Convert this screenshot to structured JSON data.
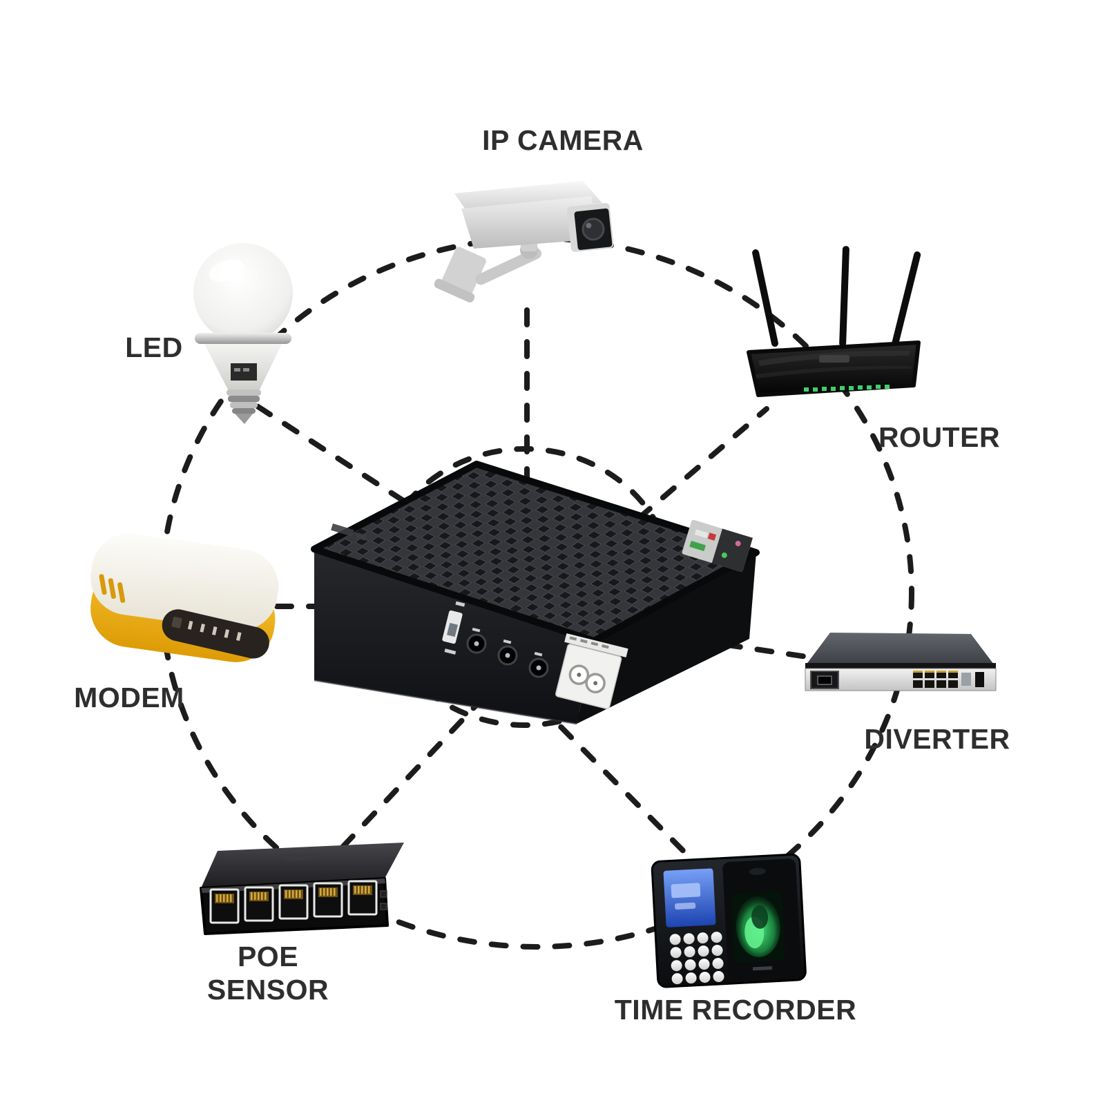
{
  "diagram": {
    "background": "#ffffff",
    "dash_color": "#1c1c1c",
    "label_color": "#2e2e2e",
    "connection_style": "dashed",
    "hub": {
      "icon": "mini-ups-power-box"
    },
    "nodes": [
      {
        "id": "ip-camera",
        "label": "IP CAMERA",
        "icon": "cctv-camera-icon",
        "position": "top"
      },
      {
        "id": "router",
        "label": "ROUTER",
        "icon": "wifi-router-icon",
        "position": "top-right"
      },
      {
        "id": "diverter",
        "label": "DIVERTER",
        "icon": "rack-switch-icon",
        "position": "right"
      },
      {
        "id": "time-recorder",
        "label": "TIME RECORDER",
        "icon": "fingerprint-time-clock-icon",
        "position": "bottom-right"
      },
      {
        "id": "poe-sensor",
        "label_lines": [
          "POE",
          "SENSOR"
        ],
        "icon": "poe-switch-icon",
        "position": "bottom-left"
      },
      {
        "id": "modem",
        "label": "MODEM",
        "icon": "modem-icon",
        "position": "left"
      },
      {
        "id": "led",
        "label": "LED",
        "icon": "led-bulb-icon",
        "position": "top-left"
      }
    ],
    "accents": {
      "modem_yellow": "#f2b31c",
      "router_led_green": "#3fd06a",
      "screen_blue": "#3a6ede",
      "fingerprint_green": "#46e87a"
    }
  }
}
